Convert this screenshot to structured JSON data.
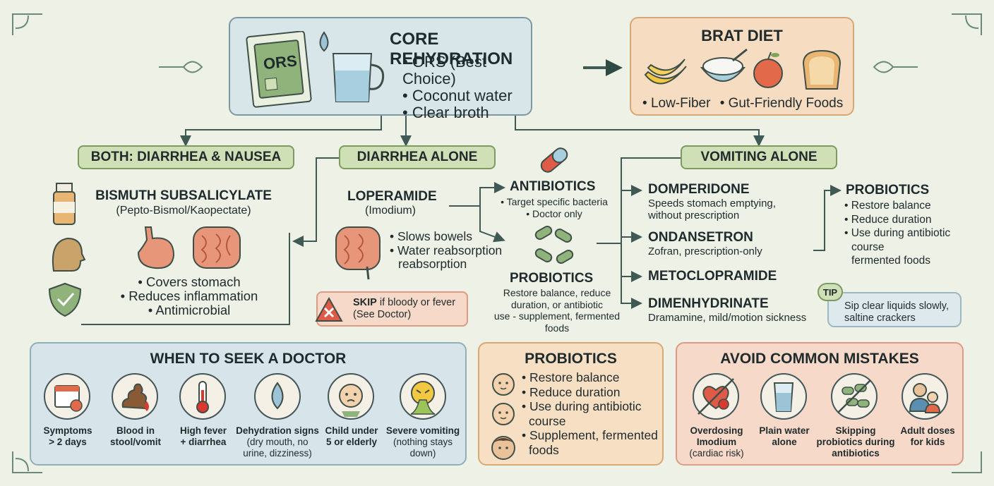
{
  "core": {
    "title": "CORE REHYDRATION",
    "ors_label": "ORS",
    "items": [
      "ORS (Best Choice)",
      "Coconut water",
      "Clear broth"
    ]
  },
  "brat": {
    "title": "BRAT DIET",
    "items": [
      "Low-Fiber",
      "Gut-Friendly Foods"
    ]
  },
  "both": {
    "label": "BOTH: DIARRHEA & NAUSEA",
    "drug": "BISMUTH SUBSALICYLATE",
    "drug_sub": "(Pepto-Bismol/Kaopectate)",
    "items": [
      "Covers stomach",
      "Reduces inflammation",
      "Antimicrobial"
    ]
  },
  "diarrhea": {
    "label": "DIARRHEA ALONE",
    "drug": "LOPERAMIDE",
    "drug_sub": "(Imodium)",
    "items": [
      "Slows bowels",
      "Water reabsorption"
    ],
    "skip_bold": "SKIP",
    "skip_rest": "if bloody or fever",
    "skip_line2": "(See Doctor)"
  },
  "antibiotics": {
    "title": "ANTIBIOTICS",
    "items": [
      "Target specific bacteria",
      "Doctor only"
    ]
  },
  "probiotics_mid": {
    "title": "PROBIOTICS",
    "lines": [
      "Restore balance, reduce",
      "duration, or antibiotic",
      "use - supplement, fermented",
      "foods"
    ]
  },
  "vomiting": {
    "label": "VOMITING ALONE",
    "drugs": [
      {
        "name": "DOMPERIDONE",
        "desc1": "Speeds stomach emptying,",
        "desc2": "without prescription"
      },
      {
        "name": "ONDANSETRON",
        "desc1": "Zofran, prescription-only",
        "desc2": ""
      },
      {
        "name": "METOCLOPRAMIDE",
        "desc1": "",
        "desc2": ""
      },
      {
        "name": "DIMENHYDRINATE",
        "desc1": "Dramamine, mild/motion sickness",
        "desc2": ""
      }
    ]
  },
  "probiotics_right": {
    "title": "PROBIOTICS",
    "items": [
      "Restore balance",
      "Reduce duration",
      "Use during antibiotic"
    ],
    "cont1": "course",
    "cont2": "fermented foods"
  },
  "tip": {
    "badge": "TIP",
    "line1": "Sip clear liquids slowly,",
    "line2": "saltine crackers"
  },
  "seek": {
    "title": "WHEN TO SEEK A DOCTOR",
    "items": [
      {
        "l1": "Symptoms",
        "l2": "> 2 days",
        "l3": ""
      },
      {
        "l1": "Blood in",
        "l2": "stool/vomit",
        "l3": ""
      },
      {
        "l1": "High fever",
        "l2": "+ diarrhea",
        "l3": ""
      },
      {
        "l1": "Dehydration signs",
        "l2": "(dry mouth, no",
        "l3": "urine, dizziness)"
      },
      {
        "l1": "Child under",
        "l2": "5 or elderly",
        "l3": ""
      },
      {
        "l1": "Severe vomiting",
        "l2": "(nothing stays",
        "l3": "down)"
      }
    ]
  },
  "probiotics_bottom": {
    "title": "PROBIOTICS",
    "items": [
      "Restore balance",
      "Reduce duration",
      "Use during antibiotic",
      "Supplement, fermented"
    ],
    "cont1": "course",
    "cont2": "foods"
  },
  "avoid": {
    "title": "AVOID COMMON MISTAKES",
    "items": [
      {
        "l1": "Overdosing",
        "l2": "Imodium",
        "l3": "(cardiac risk)"
      },
      {
        "l1": "Plain water",
        "l2": "alone",
        "l3": ""
      },
      {
        "l1": "Skipping",
        "l2": "probiotics during",
        "l3": "antibiotics"
      },
      {
        "l1": "Adult doses",
        "l2": "for kids",
        "l3": ""
      }
    ]
  },
  "colors": {
    "background": "#edf1e6",
    "green_label": "#cfe0b6",
    "blue_box": "#d8e6ea",
    "orange_box": "#f6dcc0",
    "red_box": "#f6d9c8"
  }
}
